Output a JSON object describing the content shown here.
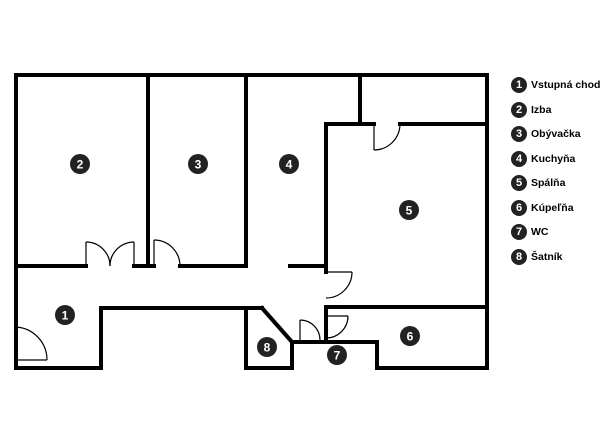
{
  "rooms": [
    {
      "number": "1",
      "name": "Vstupná chodba"
    },
    {
      "number": "2",
      "name": "Izba"
    },
    {
      "number": "3",
      "name": "Obývačka"
    },
    {
      "number": "4",
      "name": "Kuchyňa"
    },
    {
      "number": "5",
      "name": "Spálňa"
    },
    {
      "number": "6",
      "name": "Kúpeľňa"
    },
    {
      "number": "7",
      "name": "WC"
    },
    {
      "number": "8",
      "name": "Šatník"
    }
  ],
  "colors": {
    "wall": "#000000",
    "badge": "#222222",
    "badge_text": "#ffffff"
  }
}
